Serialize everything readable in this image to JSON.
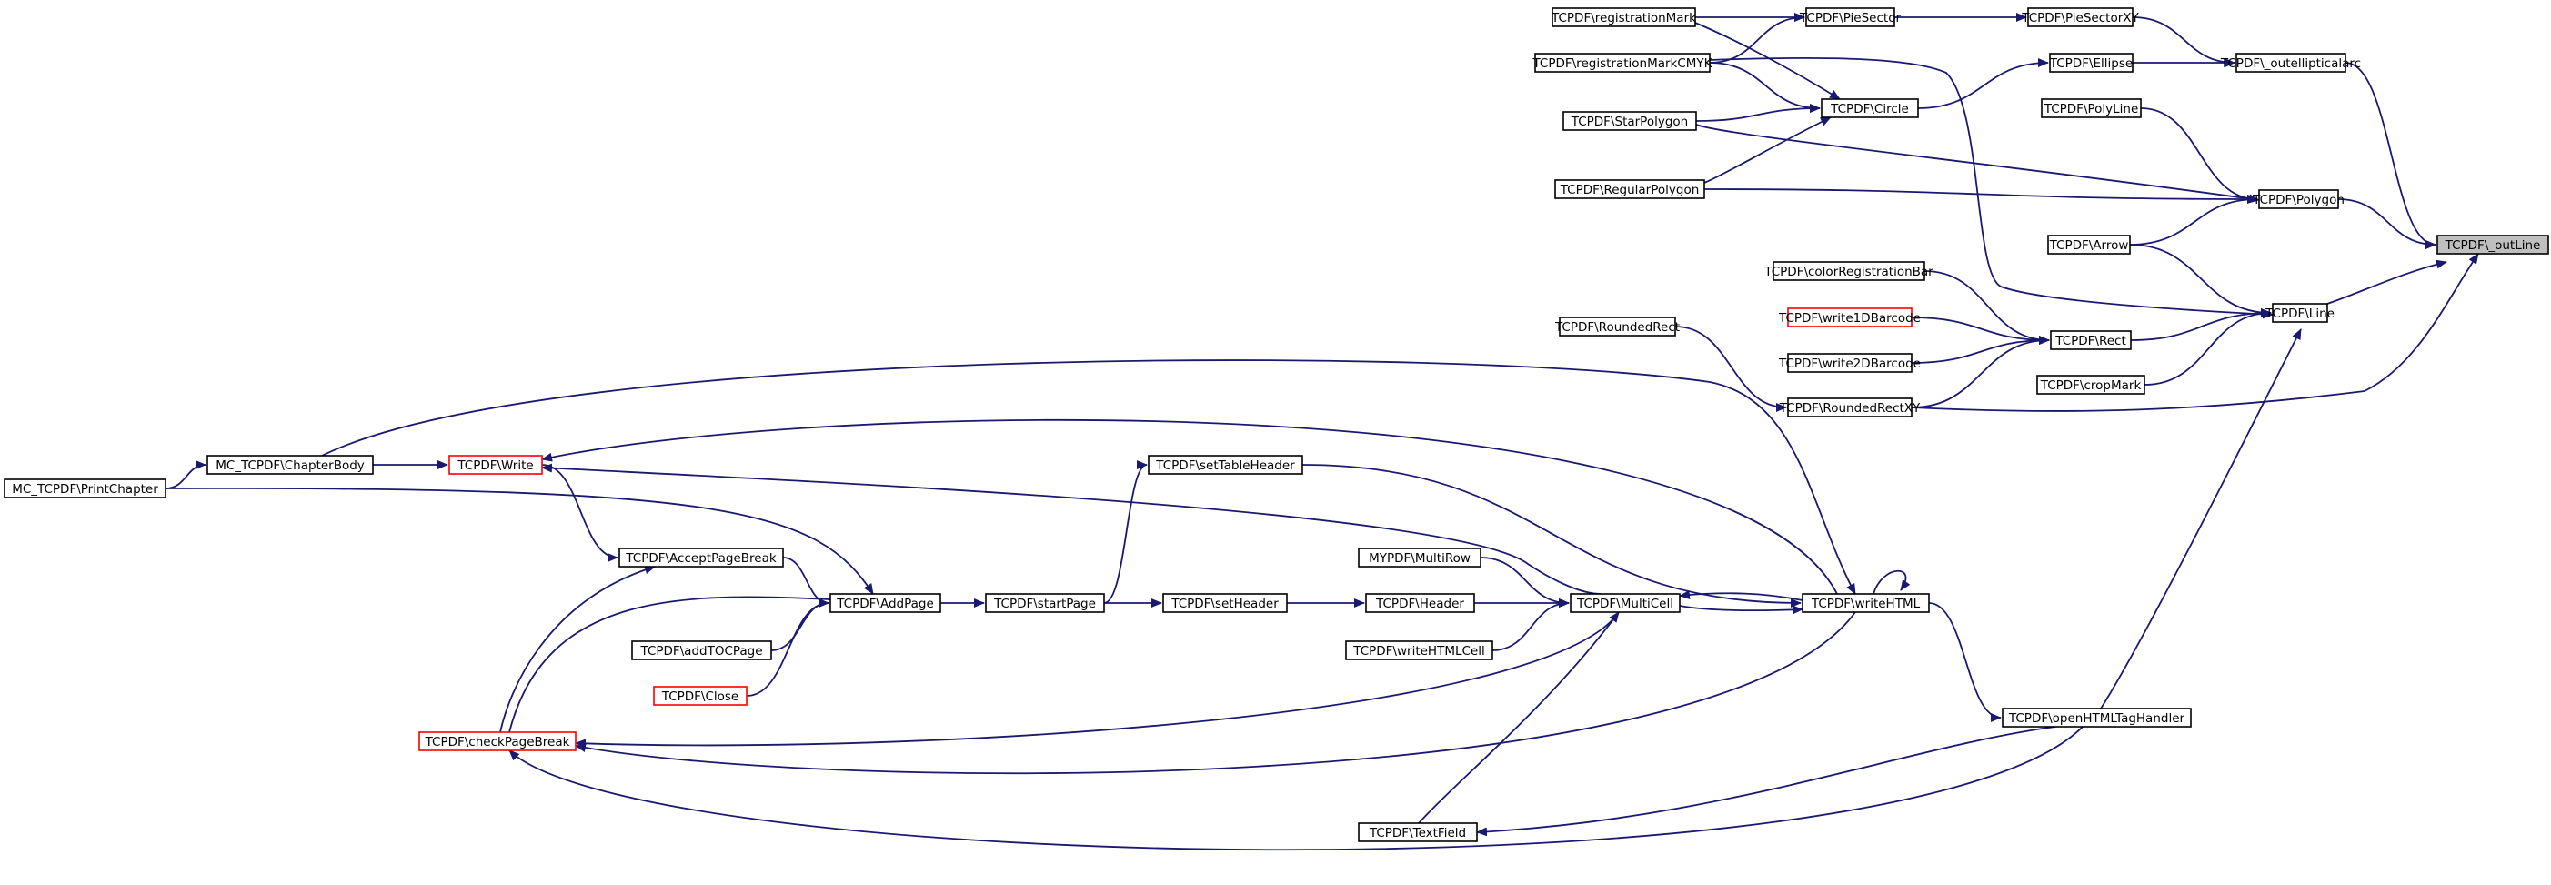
{
  "diagram": {
    "type": "call-graph",
    "colors": {
      "edge": "#191970",
      "selected_fill": "#bfbfbf",
      "truncated_border": "#ff0000",
      "normal_border": "#000000"
    },
    "nodes": [
      {
        "id": "outLine",
        "label": "TCPDF\\_outLine",
        "state": "selected"
      },
      {
        "id": "outellipticalarc",
        "label": "TCPDF\\_outellipticalarc",
        "state": "normal"
      },
      {
        "id": "Polygon",
        "label": "TCPDF\\Polygon",
        "state": "normal"
      },
      {
        "id": "Line",
        "label": "TCPDF\\Line",
        "state": "normal"
      },
      {
        "id": "RoundedRectXY",
        "label": "TCPDF\\RoundedRectXY",
        "state": "normal"
      },
      {
        "id": "PieSectorXY",
        "label": "TCPDF\\PieSectorXY",
        "state": "normal"
      },
      {
        "id": "Ellipse",
        "label": "TCPDF\\Ellipse",
        "state": "normal"
      },
      {
        "id": "PolyLine",
        "label": "TCPDF\\PolyLine",
        "state": "normal"
      },
      {
        "id": "Arrow",
        "label": "TCPDF\\Arrow",
        "state": "normal"
      },
      {
        "id": "Rect",
        "label": "TCPDF\\Rect",
        "state": "normal"
      },
      {
        "id": "cropMark",
        "label": "TCPDF\\cropMark",
        "state": "normal"
      },
      {
        "id": "PieSector",
        "label": "TCPDF\\PieSector",
        "state": "normal"
      },
      {
        "id": "Circle",
        "label": "TCPDF\\Circle",
        "state": "normal"
      },
      {
        "id": "registrationMark",
        "label": "TCPDF\\registrationMark",
        "state": "normal"
      },
      {
        "id": "registrationMarkCMYK",
        "label": "TCPDF\\registrationMarkCMYK",
        "state": "normal"
      },
      {
        "id": "StarPolygon",
        "label": "TCPDF\\StarPolygon",
        "state": "normal"
      },
      {
        "id": "RegularPolygon",
        "label": "TCPDF\\RegularPolygon",
        "state": "normal"
      },
      {
        "id": "colorRegistrationBar",
        "label": "TCPDF\\colorRegistrationBar",
        "state": "normal"
      },
      {
        "id": "write1DBarcode",
        "label": "TCPDF\\write1DBarcode",
        "state": "truncated"
      },
      {
        "id": "write2DBarcode",
        "label": "TCPDF\\write2DBarcode",
        "state": "normal"
      },
      {
        "id": "RoundedRect",
        "label": "TCPDF\\RoundedRect",
        "state": "normal"
      },
      {
        "id": "openHTMLTagHandler",
        "label": "TCPDF\\openHTMLTagHandler",
        "state": "normal"
      },
      {
        "id": "writeHTML",
        "label": "TCPDF\\writeHTML",
        "state": "normal"
      },
      {
        "id": "MultiCell",
        "label": "TCPDF\\MultiCell",
        "state": "normal"
      },
      {
        "id": "TextField",
        "label": "TCPDF\\TextField",
        "state": "normal"
      },
      {
        "id": "setTableHeader",
        "label": "TCPDF\\setTableHeader",
        "state": "normal"
      },
      {
        "id": "Write",
        "label": "TCPDF\\Write",
        "state": "truncated"
      },
      {
        "id": "ChapterBody",
        "label": "MC_TCPDF\\ChapterBody",
        "state": "normal"
      },
      {
        "id": "PrintChapter",
        "label": "MC_TCPDF\\PrintChapter",
        "state": "normal"
      },
      {
        "id": "startPage",
        "label": "TCPDF\\startPage",
        "state": "normal"
      },
      {
        "id": "setHeader",
        "label": "TCPDF\\setHeader",
        "state": "normal"
      },
      {
        "id": "Header",
        "label": "TCPDF\\Header",
        "state": "normal"
      },
      {
        "id": "MultiRow",
        "label": "MYPDF\\MultiRow",
        "state": "normal"
      },
      {
        "id": "writeHTMLCell",
        "label": "TCPDF\\writeHTMLCell",
        "state": "normal"
      },
      {
        "id": "AddPage",
        "label": "TCPDF\\AddPage",
        "state": "normal"
      },
      {
        "id": "AcceptPageBreak",
        "label": "TCPDF\\AcceptPageBreak",
        "state": "normal"
      },
      {
        "id": "addTOCPage",
        "label": "TCPDF\\addTOCPage",
        "state": "normal"
      },
      {
        "id": "Close",
        "label": "TCPDF\\Close",
        "state": "truncated"
      },
      {
        "id": "checkPageBreak",
        "label": "TCPDF\\checkPageBreak",
        "state": "truncated"
      }
    ],
    "edges": [
      {
        "from": "outellipticalarc",
        "to": "outLine"
      },
      {
        "from": "Polygon",
        "to": "outLine"
      },
      {
        "from": "Line",
        "to": "outLine"
      },
      {
        "from": "RoundedRectXY",
        "to": "outLine"
      },
      {
        "from": "PieSectorXY",
        "to": "outellipticalarc"
      },
      {
        "from": "Ellipse",
        "to": "outellipticalarc"
      },
      {
        "from": "PolyLine",
        "to": "Polygon"
      },
      {
        "from": "Arrow",
        "to": "Polygon"
      },
      {
        "from": "StarPolygon",
        "to": "Polygon"
      },
      {
        "from": "RegularPolygon",
        "to": "Polygon"
      },
      {
        "from": "Arrow",
        "to": "Line"
      },
      {
        "from": "Rect",
        "to": "Line"
      },
      {
        "from": "cropMark",
        "to": "Line"
      },
      {
        "from": "registrationMarkCMYK",
        "to": "Line"
      },
      {
        "from": "openHTMLTagHandler",
        "to": "Line"
      },
      {
        "from": "PieSector",
        "to": "PieSectorXY"
      },
      {
        "from": "Circle",
        "to": "Ellipse"
      },
      {
        "from": "colorRegistrationBar",
        "to": "Rect"
      },
      {
        "from": "write1DBarcode",
        "to": "Rect"
      },
      {
        "from": "write2DBarcode",
        "to": "Rect"
      },
      {
        "from": "RoundedRectXY",
        "to": "Rect"
      },
      {
        "from": "RoundedRect",
        "to": "RoundedRectXY"
      },
      {
        "from": "registrationMark",
        "to": "PieSector"
      },
      {
        "from": "registrationMarkCMYK",
        "to": "PieSector"
      },
      {
        "from": "registrationMark",
        "to": "Circle"
      },
      {
        "from": "registrationMarkCMYK",
        "to": "Circle"
      },
      {
        "from": "StarPolygon",
        "to": "Circle"
      },
      {
        "from": "RegularPolygon",
        "to": "Circle"
      },
      {
        "from": "writeHTML",
        "to": "writeHTML"
      },
      {
        "from": "openHTMLTagHandler",
        "to": "TextField"
      },
      {
        "from": "openHTMLTagHandler",
        "to": "checkPageBreak"
      },
      {
        "from": "writeHTML",
        "to": "openHTMLTagHandler"
      },
      {
        "from": "writeHTML",
        "to": "MultiCell"
      },
      {
        "from": "MultiCell",
        "to": "writeHTML"
      },
      {
        "from": "writeHTML",
        "to": "ChapterBody"
      },
      {
        "from": "writeHTML",
        "to": "Write"
      },
      {
        "from": "writeHTML",
        "to": "checkPageBreak"
      },
      {
        "from": "setTableHeader",
        "to": "writeHTML"
      },
      {
        "from": "startPage",
        "to": "setTableHeader"
      },
      {
        "from": "Header",
        "to": "MultiCell"
      },
      {
        "from": "MultiRow",
        "to": "MultiCell"
      },
      {
        "from": "writeHTMLCell",
        "to": "MultiCell"
      },
      {
        "from": "TextField",
        "to": "MultiCell"
      },
      {
        "from": "MultiCell",
        "to": "Write"
      },
      {
        "from": "MultiCell",
        "to": "checkPageBreak"
      },
      {
        "from": "setHeader",
        "to": "Header"
      },
      {
        "from": "startPage",
        "to": "setHeader"
      },
      {
        "from": "AddPage",
        "to": "startPage"
      },
      {
        "from": "ChapterBody",
        "to": "Write"
      },
      {
        "from": "PrintChapter",
        "to": "ChapterBody"
      },
      {
        "from": "Write",
        "to": "AcceptPageBreak"
      },
      {
        "from": "AcceptPageBreak",
        "to": "AddPage"
      },
      {
        "from": "PrintChapter",
        "to": "AddPage"
      },
      {
        "from": "addTOCPage",
        "to": "AddPage"
      },
      {
        "from": "Close",
        "to": "AddPage"
      },
      {
        "from": "checkPageBreak",
        "to": "AddPage"
      },
      {
        "from": "AcceptPageBreak",
        "to": "checkPageBreak"
      }
    ]
  }
}
